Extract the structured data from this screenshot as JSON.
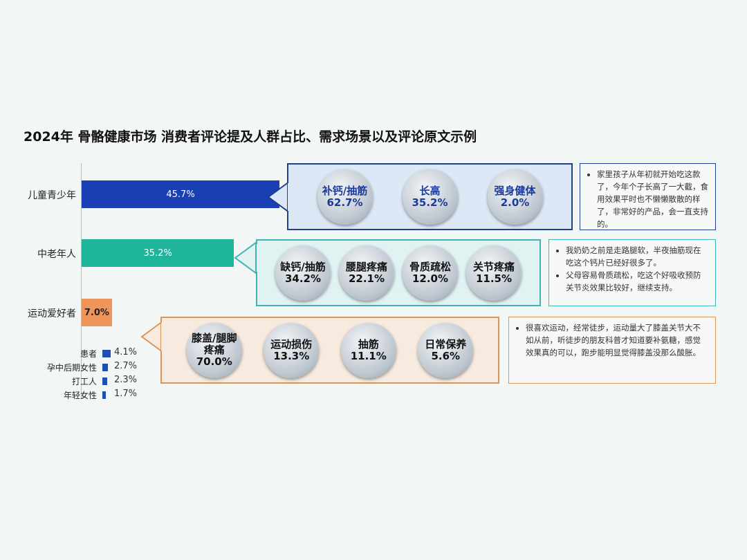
{
  "chart_data": {
    "type": "bar",
    "title": "2024年 骨骼健康市场 消费者评论提及人群占比、需求场景以及评论原文示例",
    "categories": [
      "儿童青少年",
      "中老年人",
      "运动爱好者"
    ],
    "values": [
      45.7,
      35.2,
      7.0
    ],
    "value_labels": [
      "45.7%",
      "35.2%",
      "7.0%"
    ],
    "bar_colors": [
      "#1a3fb5",
      "#1fb59a",
      "#f0955a"
    ],
    "minor_categories": [
      "患者",
      "孕中后期女性",
      "打工人",
      "年轻女性"
    ],
    "minor_values": [
      4.1,
      2.7,
      2.3,
      1.7
    ],
    "minor_labels": [
      "4.1%",
      "2.7%",
      "2.3%",
      "1.7%"
    ],
    "scenarios": [
      {
        "items": [
          {
            "name": "补钙/抽筋",
            "value": "62.7%"
          },
          {
            "name": "长高",
            "value": "35.2%"
          },
          {
            "name": "强身健体",
            "value": "2.0%"
          }
        ],
        "text_color": "#1a3a9a",
        "border": "#1f3f8f",
        "fill": "#dce8f5"
      },
      {
        "items": [
          {
            "name": "缺钙/抽筋",
            "value": "34.2%"
          },
          {
            "name": "腰腿疼痛",
            "value": "22.1%"
          },
          {
            "name": "骨质疏松",
            "value": "12.0%"
          },
          {
            "name": "关节疼痛",
            "value": "11.5%"
          }
        ],
        "text_color": "#111",
        "border": "#3fb3b8",
        "fill": "#e0f2f2"
      },
      {
        "items": [
          {
            "name": "膝盖/腿脚疼痛",
            "value": "70.0%"
          },
          {
            "name": "运动损伤",
            "value": "13.3%"
          },
          {
            "name": "抽筋",
            "value": "11.1%"
          },
          {
            "name": "日常保养",
            "value": "5.6%"
          }
        ],
        "text_color": "#111",
        "border": "#d9955a",
        "fill": "#f7ebe0"
      }
    ],
    "comments": [
      [
        "家里孩子从年初就开始吃这款了，今年个子长高了一大截，食用效果平时也不懒懒散散的样了，非常好的产品，会一直支持的。"
      ],
      [
        "我奶奶之前是走路腿软，半夜抽筋现在吃这个钙片已经好很多了。",
        "父母容易骨质疏松，吃这个好吸收预防关节炎效果比较好，继续支持。"
      ],
      [
        "很喜欢运动，经常徒步，运动量大了膝盖关节大不如从前，听徒步的朋友科普才知道要补氨糖，感觉效果真的可以，跑步能明显觉得膝盖没那么酸胀。"
      ]
    ]
  }
}
